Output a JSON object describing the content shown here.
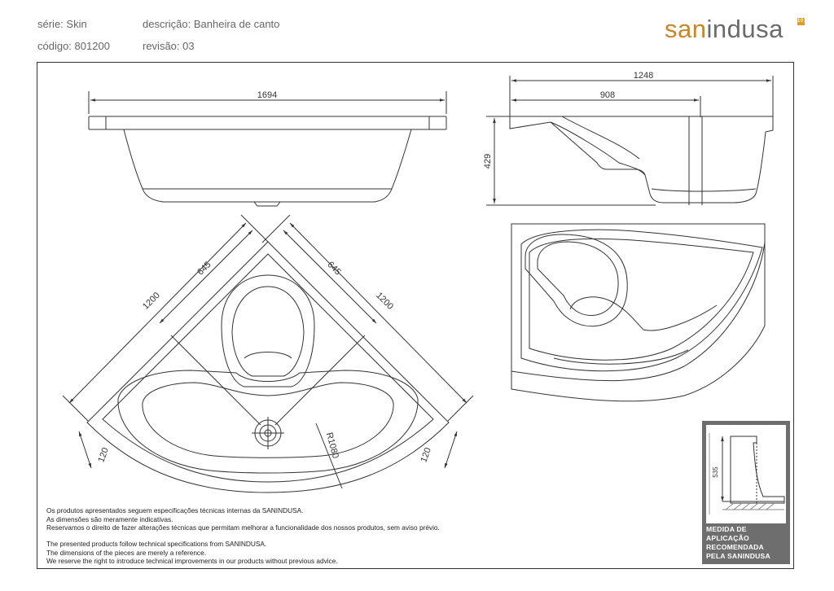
{
  "header": {
    "serie_label": "série:",
    "serie_value": "Skin",
    "codigo_label": "código:",
    "codigo_value": "801200",
    "descricao_label": "descrição:",
    "descricao_value": "Banheira de canto",
    "revisao_label": "revisão:",
    "revisao_value": "03"
  },
  "logo": {
    "part1": "san",
    "part2": "indusa",
    "mark": "101"
  },
  "dimensions": {
    "top_width": "1694",
    "side_overall": "1248",
    "side_inner": "908",
    "side_height": "429",
    "left_1200": "1200",
    "right_1200": "1200",
    "left_645": "645",
    "right_645": "645",
    "left_120": "120",
    "right_120": "120",
    "radius": "R1080"
  },
  "notes": {
    "pt": [
      "Os produtos apresentados seguem especificações técnicas internas da SANINDUSA.",
      "As dimensões são meramente indicativas.",
      "Reservamos o direito de fazer alterações técnicas que permitam melhorar a funcionalidade dos nossos produtos, sem aviso prévio."
    ],
    "en": [
      "The presented products follow technical specifications from SANINDUSA.",
      "The dimensions of the pieces are merely a reference.",
      "We reserve the right to introduce technical improvements in our products without previous advice."
    ]
  },
  "badge": {
    "height_value": "535",
    "lines": [
      "MEDIDA DE",
      "APLICAÇÃO",
      "RECOMENDADA",
      "PELA SANINDUSA"
    ]
  },
  "colors": {
    "logo_orange": "#c8852a",
    "logo_grey": "#6a6a6a",
    "badge_grey": "#6e6e6e"
  }
}
